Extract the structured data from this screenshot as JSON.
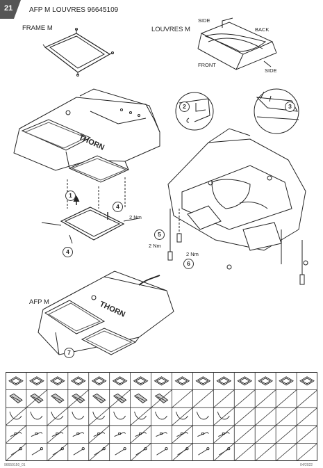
{
  "step": {
    "number": "21",
    "title": "AFP M LOUVRES 96645109"
  },
  "frame": {
    "label": "FRAME M"
  },
  "louvres": {
    "label": "LOUVRES M",
    "side_top": "SIDE",
    "back": "BACK",
    "front": "FRONT",
    "side_bottom": "SIDE"
  },
  "steps": {
    "s1": "1",
    "s2": "2",
    "s3": "3",
    "s4": "4",
    "s4b": "4",
    "s5": "5",
    "s6": "6",
    "s7": "7"
  },
  "torques": {
    "t1": "2 Nm",
    "t2": "2 Nm",
    "t3": "2 Nm"
  },
  "brand": "THORN",
  "afp": {
    "label": "AFP M"
  },
  "footer": {
    "left": "96650150_01",
    "right": "04/2022"
  },
  "quantity_grid": {
    "columns": 15,
    "rows": 5,
    "row_icons": [
      "frame-icon",
      "louvre-icon",
      "clip-icon",
      "bracket-icon",
      "screw-icon"
    ],
    "filled_counts": [
      15,
      8,
      11,
      11,
      11
    ]
  }
}
